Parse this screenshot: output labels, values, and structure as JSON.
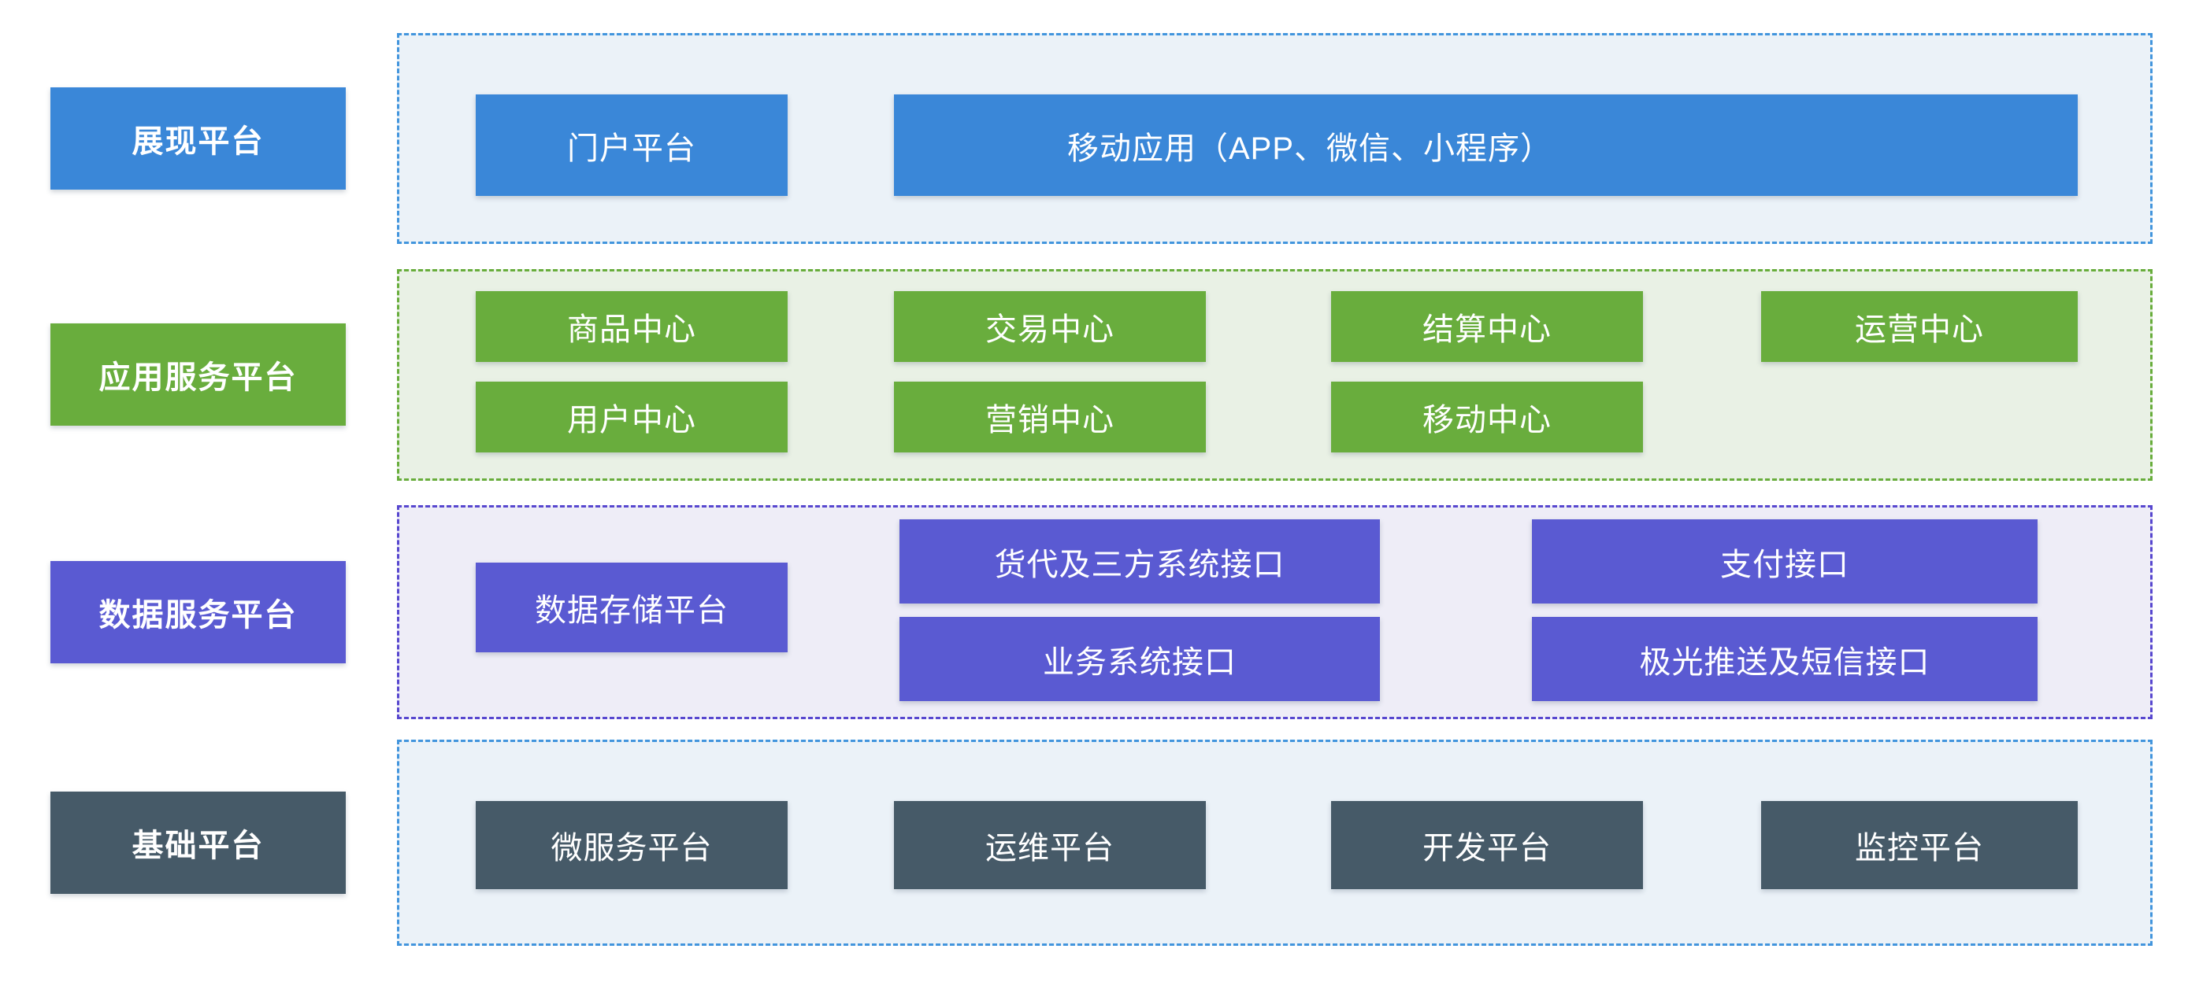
{
  "diagram": {
    "rows": [
      {
        "label": "展现平台",
        "colors": {
          "label_fill": "#3a87d8",
          "box_fill": "#3a87d8",
          "border": "#4295dd",
          "container_bg": "#ebf2f8"
        },
        "boxes": [
          {
            "label": "门户平台"
          },
          {
            "label": "移动应用（APP、微信、小程序）"
          }
        ]
      },
      {
        "label": "应用服务平台",
        "colors": {
          "label_fill": "#69ad3d",
          "box_fill": "#69ad3d",
          "border": "#68ad3c",
          "container_bg": "#e9f1e5"
        },
        "boxes": [
          {
            "label": "商品中心"
          },
          {
            "label": "交易中心"
          },
          {
            "label": "结算中心"
          },
          {
            "label": "运营中心"
          },
          {
            "label": "用户中心"
          },
          {
            "label": "营销中心"
          },
          {
            "label": "移动中心"
          }
        ]
      },
      {
        "label": "数据服务平台",
        "colors": {
          "label_fill": "#5a5ad2",
          "box_fill": "#5a5ad2",
          "border": "#5747cf",
          "container_bg": "#eeedf7"
        },
        "boxes": [
          {
            "label": "数据存储平台"
          },
          {
            "label": "货代及三方系统接口"
          },
          {
            "label": "业务系统接口"
          },
          {
            "label": "支付接口"
          },
          {
            "label": "极光推送及短信接口"
          }
        ]
      },
      {
        "label": "基础平台",
        "colors": {
          "label_fill": "#465a68",
          "box_fill": "#465a68",
          "border": "#4295dd",
          "container_bg": "#ebf2f8"
        },
        "boxes": [
          {
            "label": "微服务平台"
          },
          {
            "label": "运维平台"
          },
          {
            "label": "开发平台"
          },
          {
            "label": "监控平台"
          }
        ]
      }
    ]
  }
}
